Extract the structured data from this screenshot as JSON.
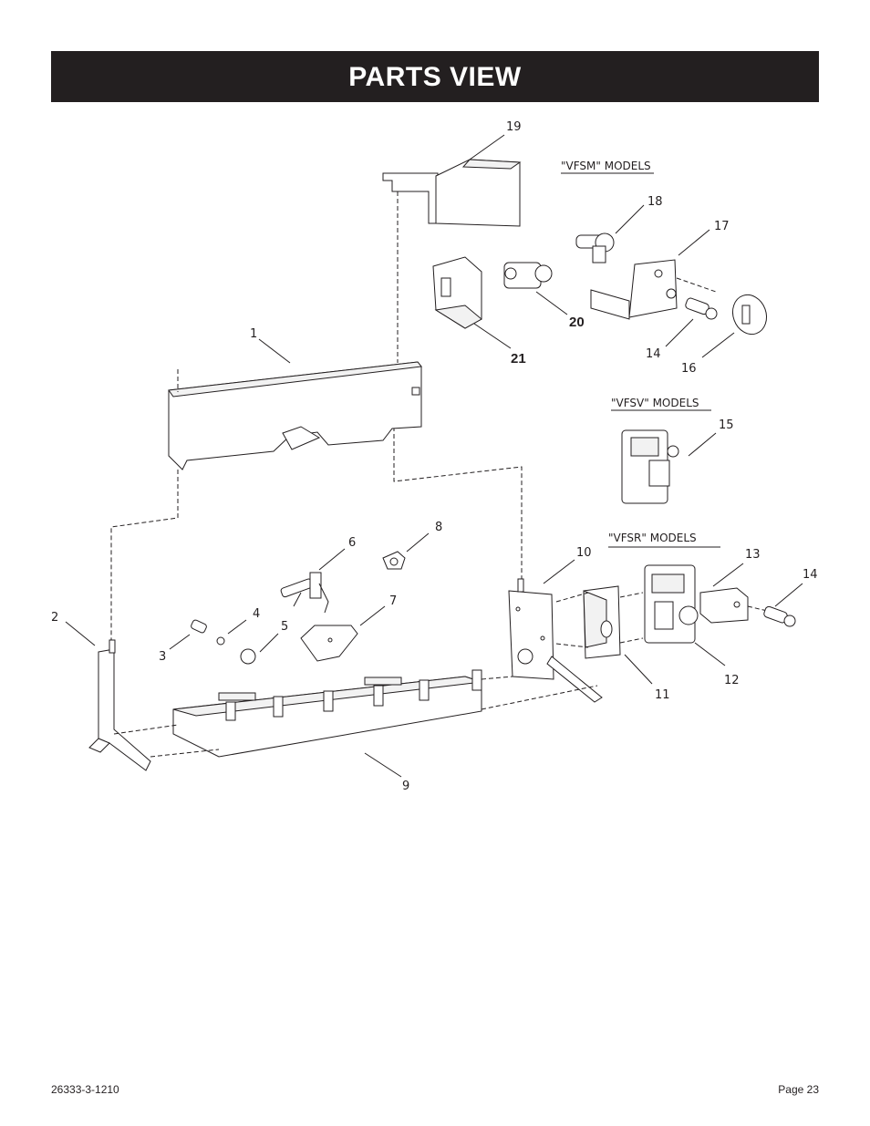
{
  "header": {
    "title": "PARTS VIEW"
  },
  "models": {
    "vfsm": "\"VFSM\" MODELS",
    "vfsv": "\"VFSV\" MODELS",
    "vfsr": "\"VFSR\" MODELS"
  },
  "callouts": {
    "c1": "1",
    "c2": "2",
    "c3": "3",
    "c4": "4",
    "c5": "5",
    "c6": "6",
    "c7": "7",
    "c8": "8",
    "c9": "9",
    "c10": "10",
    "c11": "11",
    "c12": "12",
    "c13": "13",
    "c14a": "14",
    "c14b": "14",
    "c15": "15",
    "c16": "16",
    "c17": "17",
    "c18": "18",
    "c19": "19",
    "c20": "20",
    "c21": "21"
  },
  "footer": {
    "doc_number": "26333-3-1210",
    "page": "Page 23"
  }
}
